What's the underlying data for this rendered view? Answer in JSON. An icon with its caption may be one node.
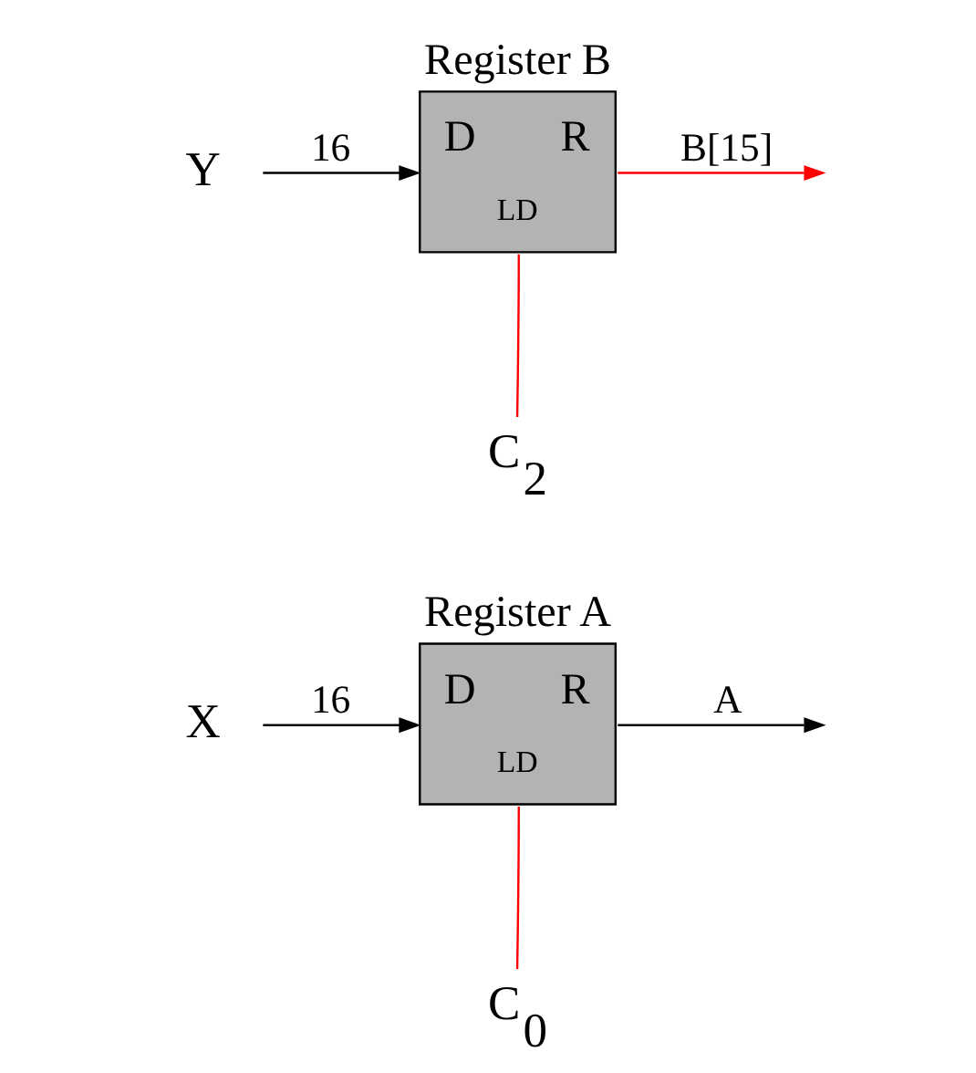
{
  "diagram": {
    "nodes": [
      {
        "text": [
          "X"
        ]
      },
      {
        "text": [
          "Register A",
          "D",
          "R",
          "LD"
        ]
      },
      {
        "text": [
          "C$_{0}$"
        ]
      },
      {
        "text": [
          "Y"
        ]
      },
      {
        "text": [
          "Register B",
          "D",
          "R",
          "LD"
        ]
      },
      {
        "text": [
          "C$_{2}$"
        ]
      }
    ],
    "edges": [
      {
        "from": 0,
        "to": 1,
        "arrow": "to",
        "label": "16"
      },
      {
        "from": 1,
        "to": null,
        "arrow": "to",
        "label": "A"
      },
      {
        "from": 2,
        "to": 1,
        "arrow": "none",
        "color": "#ff0000"
      },
      {
        "from": 3,
        "to": 4,
        "arrow": "to",
        "label": "16"
      },
      {
        "from": 4,
        "to": null,
        "arrow": "to",
        "label": "B[15]",
        "color": "#ff0000"
      },
      {
        "from": 5,
        "to": 4,
        "arrow": "none",
        "color": "#ff0000"
      }
    ]
  }
}
